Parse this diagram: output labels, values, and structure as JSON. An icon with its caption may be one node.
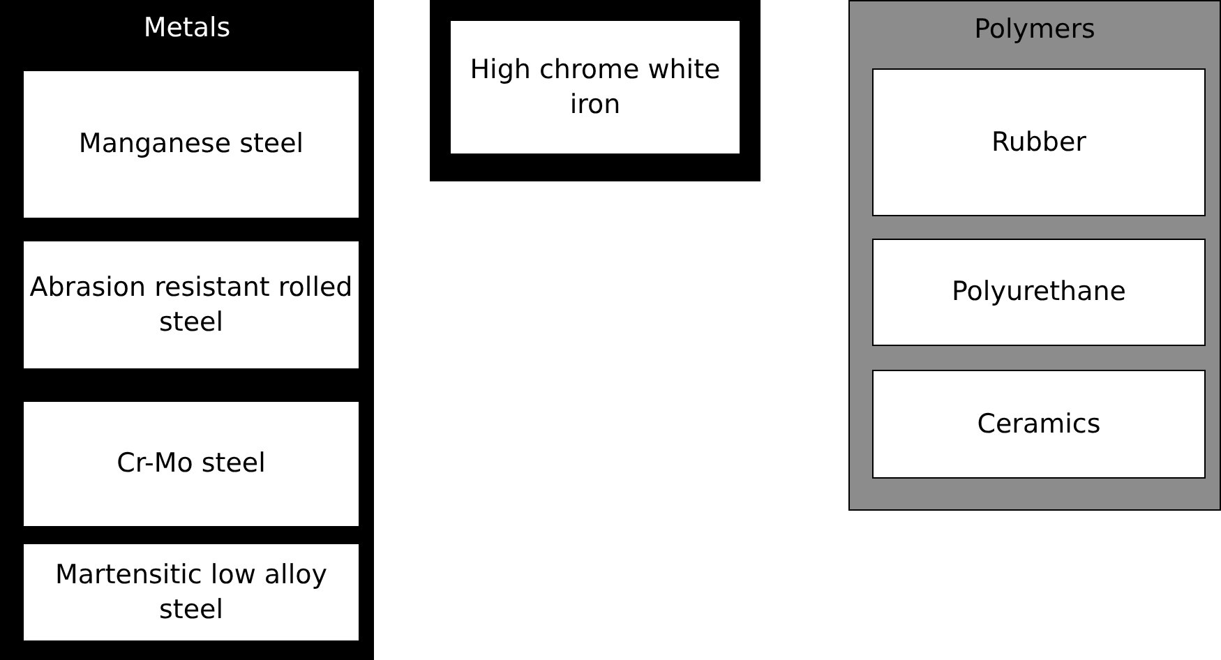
{
  "diagram": {
    "nodes": [
      {
        "text": [
          "Metals"
        ]
      },
      {
        "text": [
          "Manganese steel"
        ],
        "in": 0
      },
      {
        "text": [
          "Abrasion resistant rolled steel"
        ],
        "in": 0
      },
      {
        "text": [
          "Cr-Mo steel"
        ],
        "in": 0
      },
      {
        "text": [
          "Martensitic low alloy steel"
        ],
        "in": 0
      },
      {
        "text": [
          "High chrome white iron"
        ]
      },
      {
        "text": [
          "Polymers"
        ]
      },
      {
        "text": [
          "Rubber"
        ],
        "in": 6
      },
      {
        "text": [
          "Polyurethane"
        ],
        "in": 6
      },
      {
        "text": [
          "Ceramics"
        ],
        "in": 6
      }
    ]
  }
}
